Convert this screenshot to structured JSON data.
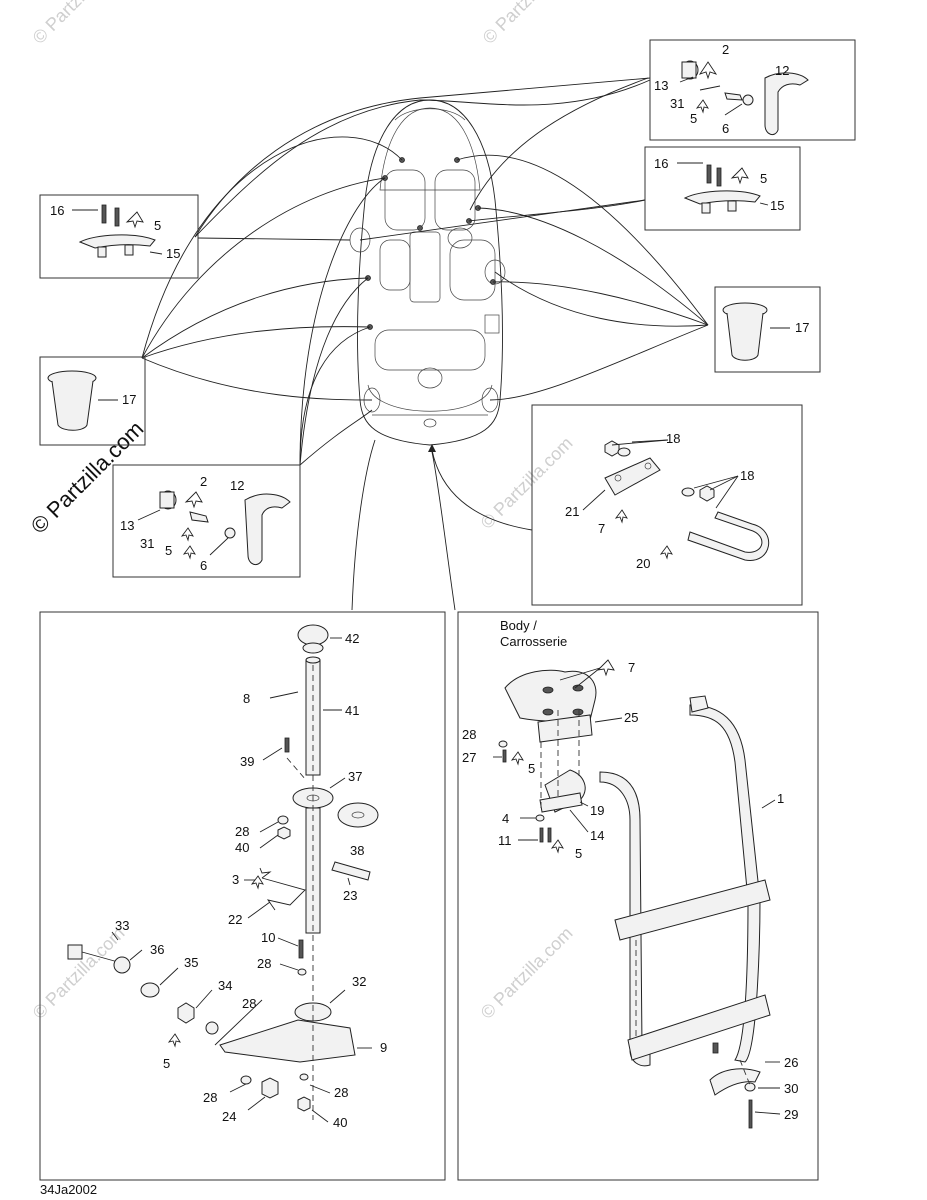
{
  "watermark": {
    "text": "© Partzilla.com",
    "brand": "© Partzilla.com"
  },
  "drawing_code": "34Ja2002",
  "body_label": {
    "line1": "Body /",
    "line2": "Carrosserie"
  },
  "callouts": {
    "tr_top": [
      "2",
      "13",
      "12",
      "31",
      "5",
      "6"
    ],
    "tr_mid": [
      "16",
      "5",
      "15"
    ],
    "right_cup": [
      "17"
    ],
    "left_top": [
      "16",
      "5",
      "15"
    ],
    "left_cup": [
      "17"
    ],
    "left_bottom": [
      "2",
      "12",
      "13",
      "31",
      "5",
      "6"
    ],
    "right_hw": [
      "18",
      "18",
      "21",
      "7",
      "20"
    ],
    "post": [
      "42",
      "8",
      "41",
      "39",
      "37",
      "28",
      "40",
      "38",
      "3",
      "23",
      "22",
      "33",
      "10",
      "36",
      "28",
      "35",
      "32",
      "34",
      "28",
      "9",
      "5",
      "28",
      "28",
      "24",
      "40"
    ],
    "ladder": [
      "7",
      "28",
      "25",
      "27",
      "5",
      "1",
      "19",
      "4",
      "14",
      "11",
      "5",
      "26",
      "30",
      "29"
    ]
  }
}
